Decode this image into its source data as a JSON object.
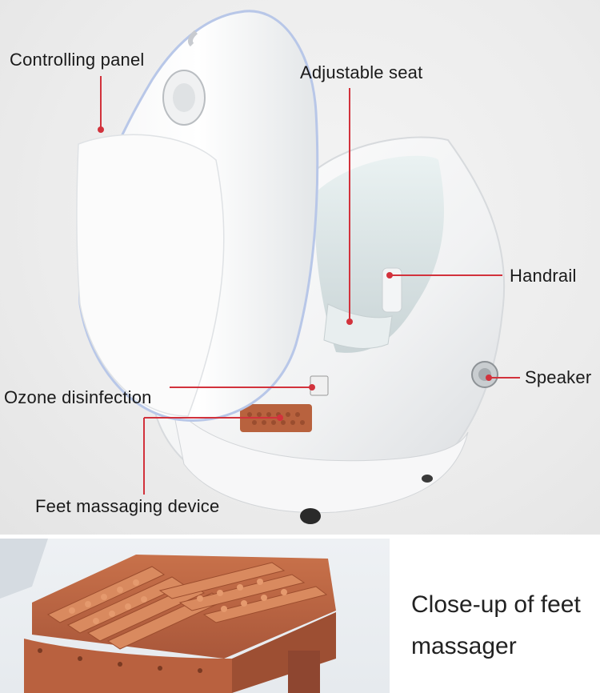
{
  "labels": {
    "controlling_panel": "Controlling panel",
    "adjustable_seat": "Adjustable seat",
    "handrail": "Handrail",
    "speaker": "Speaker",
    "ozone_disinfection": "Ozone disinfection",
    "feet_massaging_device": "Feet massaging device"
  },
  "caption": {
    "line1": "Close-up of feet",
    "line2": "massager"
  },
  "colors": {
    "leader_line": "#d2323c",
    "pod_shell": "#ffffff",
    "massager": "#b8623e"
  }
}
